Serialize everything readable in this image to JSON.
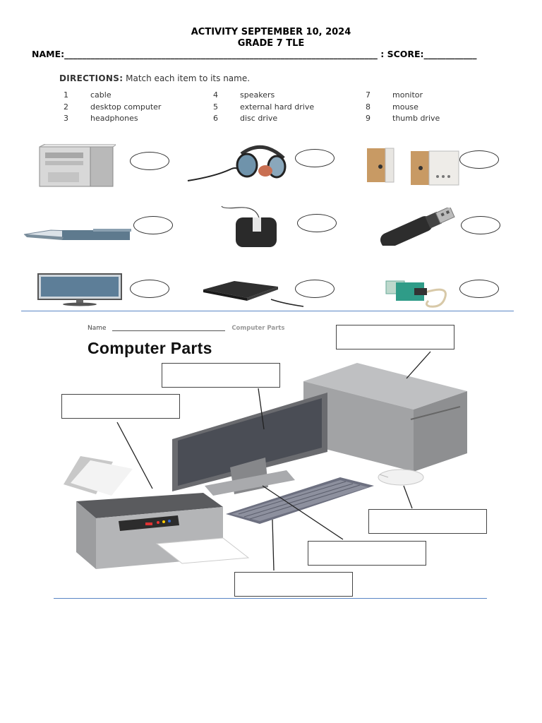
{
  "header": {
    "title": "ACTIVITY  SEPTEMBER 10, 2024",
    "grade": "GRADE 7 TLE",
    "name_label": "NAME:_______________________________________________________________________ : SCORE:____________"
  },
  "directions": {
    "label": "DIRECTIONS:",
    "text": " Match each item to its name.",
    "items": [
      {
        "num": "1",
        "label": "cable"
      },
      {
        "num": "2",
        "label": "desktop computer"
      },
      {
        "num": "3",
        "label": "headphones"
      },
      {
        "num": "4",
        "label": "speakers"
      },
      {
        "num": "5",
        "label": "external hard drive"
      },
      {
        "num": "6",
        "label": "disc drive"
      },
      {
        "num": "7",
        "label": "monitor"
      },
      {
        "num": "8",
        "label": "mouse"
      },
      {
        "num": "9",
        "label": "thumb drive"
      }
    ]
  },
  "worksheet": {
    "name_label": "Name",
    "name_subtitle": "Computer Parts",
    "title": "Computer Parts"
  },
  "colors": {
    "rule": "#5a86c5",
    "device_gray": "#9a9b9d",
    "monitor_screen": "#4a4d55",
    "printer_dark": "#545557"
  }
}
